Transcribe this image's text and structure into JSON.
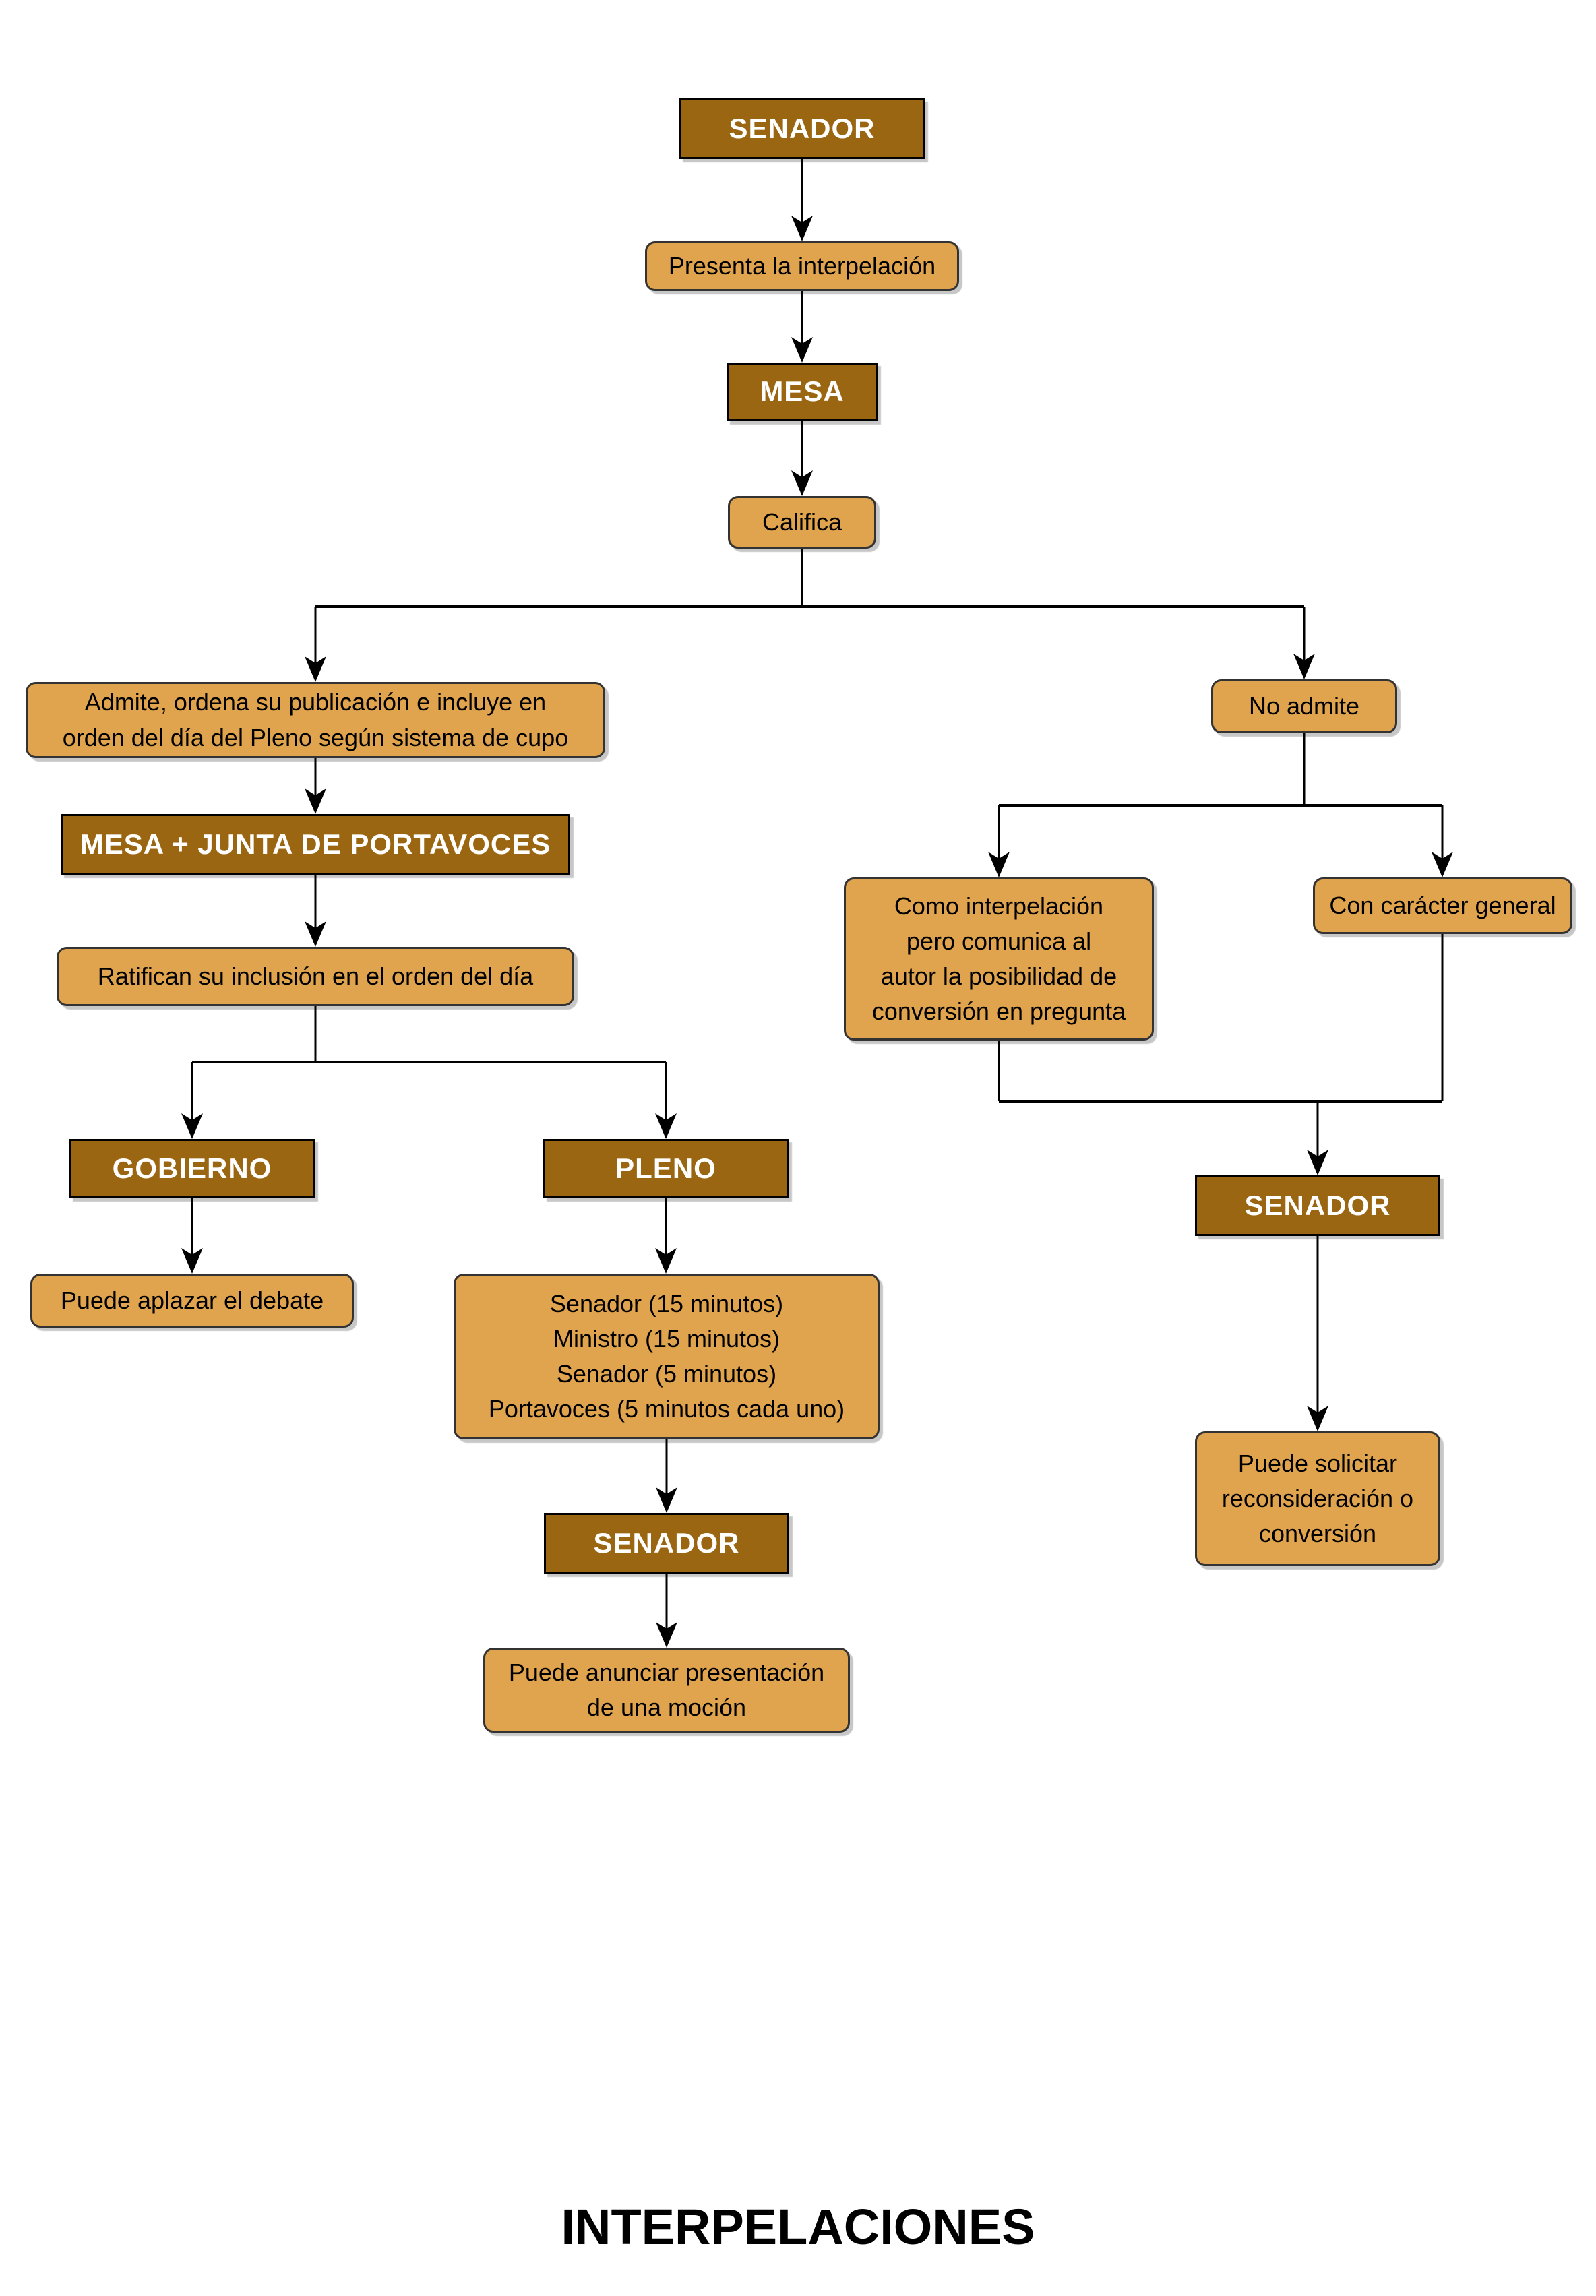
{
  "title": "INTERPELACIONES",
  "colors": {
    "dark_box_fill": "#9B6611",
    "dark_box_text": "#FFFFFF",
    "light_box_fill": "#E0A34E",
    "light_box_border": "#333333",
    "connector_line": "#000000",
    "background": "#FFFFFF"
  },
  "nodes": {
    "senador_top": {
      "label": "SENADOR"
    },
    "presenta": {
      "label": "Presenta la interpelación"
    },
    "mesa": {
      "label": "MESA"
    },
    "califica": {
      "label": "Califica"
    },
    "admite": {
      "lines": [
        "Admite, ordena su publicación e incluye en",
        "orden del día del Pleno según sistema de cupo"
      ]
    },
    "mesa_junta": {
      "label": "MESA + JUNTA DE PORTAVOCES"
    },
    "ratifican": {
      "label": "Ratifican su inclusión en el orden del día"
    },
    "gobierno": {
      "label": "GOBIERNO"
    },
    "pleno": {
      "label": "PLENO"
    },
    "puede_aplazar": {
      "label": "Puede aplazar el debate"
    },
    "pleno_debate": {
      "lines": [
        "Senador (15 minutos)",
        "Ministro (15 minutos)",
        "Senador (5 minutos)",
        "Portavoces (5 minutos cada uno)"
      ]
    },
    "senador_left": {
      "label": "SENADOR"
    },
    "puede_anunciar": {
      "lines": [
        "Puede anunciar presentación",
        "de una moción"
      ]
    },
    "no_admite": {
      "label": "No admite"
    },
    "como_interpelacion": {
      "lines": [
        "Como interpelación",
        "pero comunica al",
        "autor la posibilidad de",
        "conversión en pregunta"
      ]
    },
    "con_caracter": {
      "label": "Con carácter general"
    },
    "senador_right": {
      "label": "SENADOR"
    },
    "puede_solicitar": {
      "lines": [
        "Puede solicitar",
        "reconsideración o",
        "conversión"
      ]
    }
  }
}
